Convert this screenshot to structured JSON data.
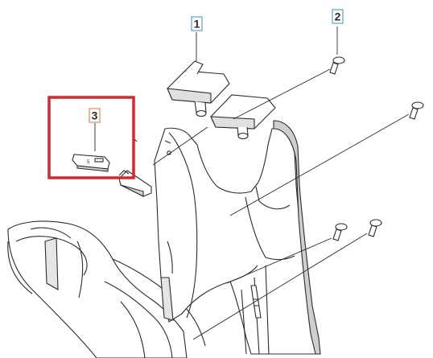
{
  "callouts": [
    {
      "label": "1",
      "color": "#3c8ec2"
    },
    {
      "label": "2",
      "color": "#3c8ec2"
    },
    {
      "label": "3",
      "color": "#e0702a"
    }
  ],
  "part_marking": "5",
  "highlight_color": "#d9262c",
  "line_color": "#2b2b2b",
  "shade_color": "#d2d2d2"
}
